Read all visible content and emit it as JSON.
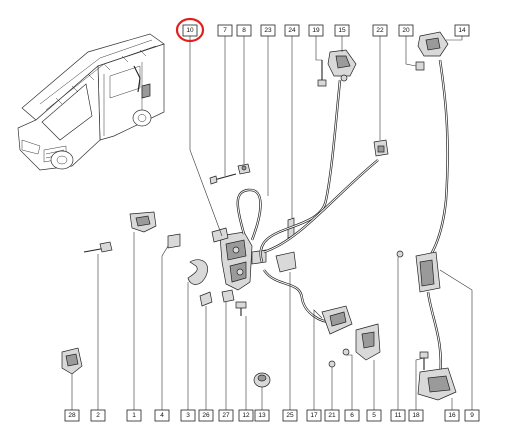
{
  "highlight": {
    "part": "10",
    "color": "#e0201e"
  },
  "callouts": [
    {
      "id": "c10",
      "label": "10"
    },
    {
      "id": "c7",
      "label": "7"
    },
    {
      "id": "c8",
      "label": "8"
    },
    {
      "id": "c23",
      "label": "23"
    },
    {
      "id": "c24",
      "label": "24"
    },
    {
      "id": "c19",
      "label": "19"
    },
    {
      "id": "c15",
      "label": "15"
    },
    {
      "id": "c22",
      "label": "22"
    },
    {
      "id": "c20",
      "label": "20"
    },
    {
      "id": "c14",
      "label": "14"
    },
    {
      "id": "c28",
      "label": "28"
    },
    {
      "id": "c2",
      "label": "2"
    },
    {
      "id": "c1",
      "label": "1"
    },
    {
      "id": "c4",
      "label": "4"
    },
    {
      "id": "c3",
      "label": "3"
    },
    {
      "id": "c26",
      "label": "26"
    },
    {
      "id": "c27",
      "label": "27"
    },
    {
      "id": "c12",
      "label": "12"
    },
    {
      "id": "c13",
      "label": "13"
    },
    {
      "id": "c25",
      "label": "25"
    },
    {
      "id": "c17",
      "label": "17"
    },
    {
      "id": "c6",
      "label": "6"
    },
    {
      "id": "c5",
      "label": "5"
    },
    {
      "id": "c11",
      "label": "11"
    },
    {
      "id": "c18",
      "label": "18"
    },
    {
      "id": "c16",
      "label": "16"
    },
    {
      "id": "c9",
      "label": "9"
    },
    {
      "id": "c21",
      "label": "21"
    }
  ]
}
